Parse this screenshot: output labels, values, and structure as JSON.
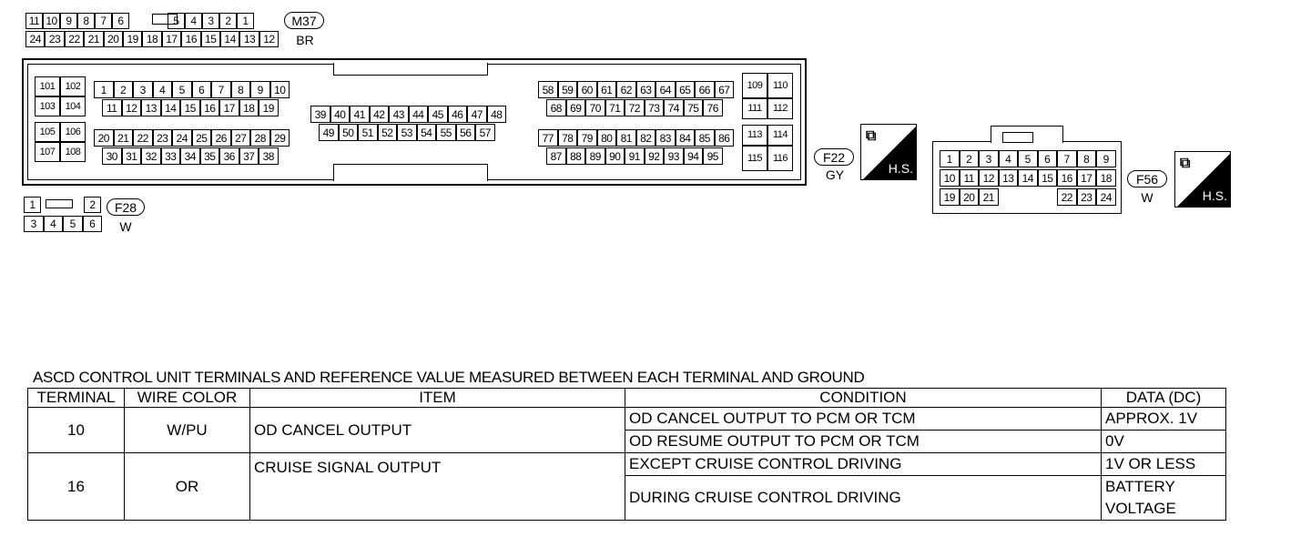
{
  "m37": {
    "tag": "M37",
    "color": "BR",
    "row1": [
      "11",
      "10",
      "9",
      "8",
      "7",
      "6",
      "",
      "5",
      "4",
      "3",
      "2",
      "1"
    ],
    "row2": [
      "24",
      "23",
      "22",
      "21",
      "20",
      "19",
      "18",
      "17",
      "16",
      "15",
      "14",
      "13",
      "12"
    ]
  },
  "f28": {
    "tag": "F28",
    "color": "W",
    "row1": [
      "1",
      "",
      "2"
    ],
    "row2": [
      "3",
      "4",
      "5",
      "6"
    ]
  },
  "main_connector": {
    "left_pair": [
      "101",
      "102",
      "103",
      "104",
      "105",
      "106",
      "107",
      "108"
    ],
    "top_block_row1": [
      "1",
      "2",
      "3",
      "4",
      "5",
      "6",
      "7",
      "8",
      "9",
      "10"
    ],
    "top_block_row2": [
      "11",
      "12",
      "13",
      "14",
      "15",
      "16",
      "17",
      "18",
      "19"
    ],
    "bottom_block_row1": [
      "20",
      "21",
      "22",
      "23",
      "24",
      "25",
      "26",
      "27",
      "28",
      "29"
    ],
    "bottom_block_row2": [
      "30",
      "31",
      "32",
      "33",
      "34",
      "35",
      "36",
      "37",
      "38"
    ],
    "mid_row1": [
      "39",
      "40",
      "41",
      "42",
      "43",
      "44",
      "45",
      "46",
      "47",
      "48"
    ],
    "mid_row2": [
      "49",
      "50",
      "51",
      "52",
      "53",
      "54",
      "55",
      "56",
      "57"
    ],
    "right_top_row1": [
      "58",
      "59",
      "60",
      "61",
      "62",
      "63",
      "64",
      "65",
      "66",
      "67"
    ],
    "right_top_row2": [
      "68",
      "69",
      "70",
      "71",
      "72",
      "73",
      "74",
      "75",
      "76"
    ],
    "right_bottom_row1": [
      "77",
      "78",
      "79",
      "80",
      "81",
      "82",
      "83",
      "84",
      "85",
      "86"
    ],
    "right_bottom_row2": [
      "87",
      "88",
      "89",
      "90",
      "91",
      "92",
      "93",
      "94",
      "95"
    ],
    "right_pair": [
      "109",
      "110",
      "111",
      "112",
      "113",
      "114",
      "115",
      "116"
    ]
  },
  "f22": {
    "tag": "F22",
    "color": "GY",
    "hs": "H.S."
  },
  "f56": {
    "tag": "F56",
    "color": "W",
    "hs": "H.S.",
    "row1": [
      "1",
      "2",
      "3",
      "4",
      "5",
      "6",
      "7",
      "8",
      "9"
    ],
    "row2": [
      "10",
      "11",
      "12",
      "13",
      "14",
      "15",
      "16",
      "17",
      "18"
    ],
    "row3": [
      "19",
      "20",
      "21",
      "",
      "",
      "",
      "22",
      "23",
      "24"
    ]
  },
  "table": {
    "title": "ASCD CONTROL UNIT TERMINALS AND REFERENCE VALUE MEASURED BETWEEN EACH TERMINAL AND GROUND",
    "headers": [
      "TERMINAL",
      "WIRE COLOR",
      "ITEM",
      "CONDITION",
      "DATA (DC)"
    ],
    "rows": [
      {
        "terminal": "10",
        "wire": "W/PU",
        "item": "OD CANCEL OUTPUT",
        "conditions": [
          {
            "condition": "OD CANCEL OUTPUT TO PCM OR TCM",
            "data": "APPROX. 1V"
          },
          {
            "condition": "OD RESUME OUTPUT TO PCM OR TCM",
            "data": "0V"
          }
        ]
      },
      {
        "terminal": "16",
        "wire": "OR",
        "item": "CRUISE SIGNAL OUTPUT",
        "conditions": [
          {
            "condition": "EXCEPT CRUISE CONTROL DRIVING",
            "data": "1V OR LESS"
          },
          {
            "condition": "DURING CRUISE CONTROL DRIVING",
            "data": "BATTERY VOLTAGE"
          }
        ]
      }
    ]
  }
}
